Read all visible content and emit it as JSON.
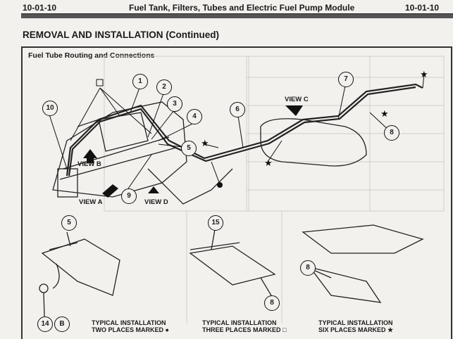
{
  "header": {
    "page_left": "10-01-10",
    "title": "Fuel Tank, Filters, Tubes and Electric Fuel Pump Module",
    "page_right": "10-01-10"
  },
  "section_title": "REMOVAL AND INSTALLATION (Continued)",
  "figure": {
    "title": "Fuel Tube Routing and Connections",
    "views": [
      "VIEW A",
      "VIEW B",
      "VIEW C",
      "VIEW D"
    ],
    "callouts": {
      "c1": "1",
      "c2": "2",
      "c3": "3",
      "c4": "4",
      "c5": "5",
      "c6a": "6",
      "c7": "7",
      "c8a": "8",
      "c9": "9",
      "c10": "10",
      "c5b": "5",
      "c15": "15",
      "c8b": "8",
      "c8c": "8",
      "c14": "14",
      "cB": "B"
    },
    "captions": [
      {
        "line1": "TYPICAL INSTALLATION",
        "line2": "TWO PLACES MARKED",
        "marker": "●"
      },
      {
        "line1": "TYPICAL INSTALLATION",
        "line2": "THREE PLACES MARKED",
        "marker": "□"
      },
      {
        "line1": "TYPICAL INSTALLATION",
        "line2": "SIX PLACES MARKED",
        "marker": "★"
      }
    ]
  },
  "colors": {
    "ink": "#1a1a1a",
    "paper": "#f3f1ee"
  }
}
